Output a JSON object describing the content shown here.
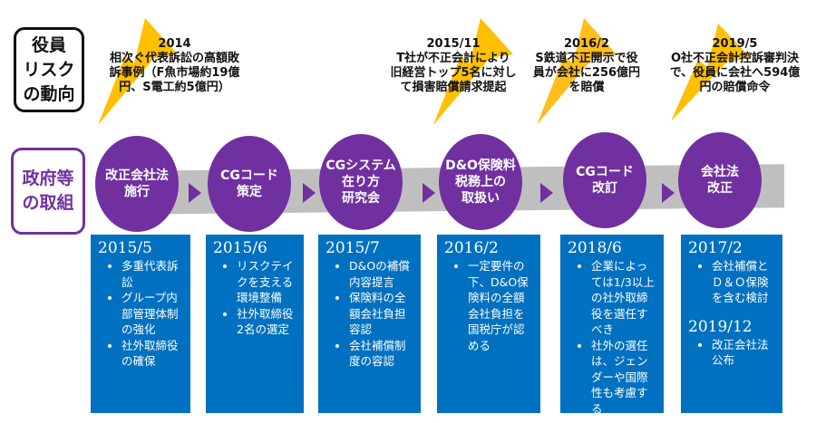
{
  "labels": {
    "risk": "役員\nリスク\nの動向",
    "gov": "政府等\nの取組"
  },
  "colors": {
    "purple": "#7030A0",
    "blue": "#0070C0",
    "bolt": "#FFC000",
    "band": "#BFBFBF"
  },
  "events": [
    {
      "year": "2014",
      "text": "相次ぐ代表訴訟の高額敗\n訴事例（F魚市場約19億\n円、S電工約5億円）"
    },
    {
      "year": "2015/11",
      "text": "T社が不正会計により\n旧経営トップ5名に対し\nて損害賠償請求提起"
    },
    {
      "year": "2016/2",
      "text": "S鉄道不正開示で役\n員が会社に256億円\nを賠償"
    },
    {
      "year": "2019/5",
      "text": "O社不正会計控訴審判決\nで、役員に会社へ594億\n円の賠償命令"
    }
  ],
  "milestones": [
    {
      "title": "改正会社法\n施行"
    },
    {
      "title": "CGコード\n策定"
    },
    {
      "title": "CGシステム\n在り方\n研究会"
    },
    {
      "title": "D&O保険料\n税務上の\n取扱い"
    },
    {
      "title": "CGコード\n改訂"
    },
    {
      "title": "会社法\n改正"
    }
  ],
  "details": [
    {
      "sections": [
        {
          "date": "2015/5",
          "items": [
            "多重代表訴訟",
            "グループ内部管理体制の強化",
            "社外取締役の確保"
          ]
        }
      ]
    },
    {
      "sections": [
        {
          "date": "2015/6",
          "items": [
            "リスクテイクを支える環境整備",
            "社外取締役2名の選定"
          ]
        }
      ]
    },
    {
      "sections": [
        {
          "date": "2015/7",
          "items": [
            "D&Oの補償内容提言",
            "保険料の全額会社負担容認",
            "会社補償制度の容認"
          ]
        }
      ]
    },
    {
      "sections": [
        {
          "date": "2016/2",
          "items": [
            "一定要件の下、D&O保険料の全額会社負担を国税庁が認める"
          ]
        }
      ]
    },
    {
      "sections": [
        {
          "date": "2018/6",
          "items": [
            "企業によっては1/3以上の社外取締役を選任すべき",
            "社外の選任は、ジェンダーや国際性も考慮する"
          ]
        }
      ]
    },
    {
      "sections": [
        {
          "date": "2017/2",
          "items": [
            "会社補償とＤ＆Ｏ保険を含む検討"
          ]
        },
        {
          "date": "2019/12",
          "items": [
            "改正会社法公布"
          ]
        }
      ]
    }
  ]
}
